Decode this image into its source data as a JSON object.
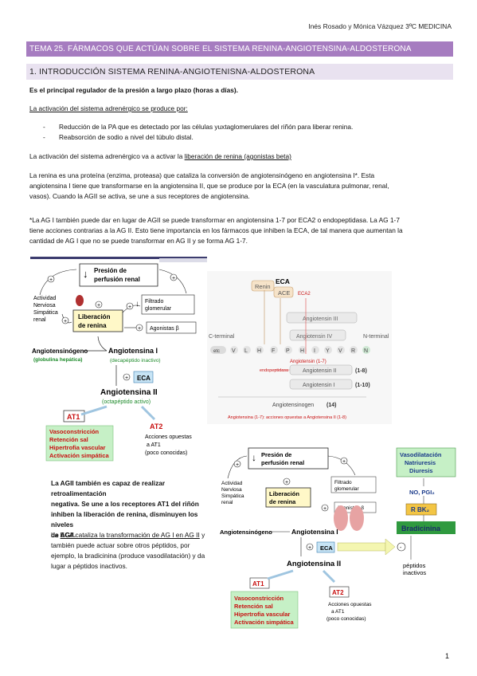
{
  "header": {
    "author": "Inés Rosado y Mónica Vázquez 3ºC MEDICINA"
  },
  "topic_title": "TEMA 25. FÁRMACOS QUE ACTÚAN SOBRE EL SISTEMA RENINA-ANGIOTENSINA-ALDOSTERONA",
  "section_title": "1. INTRODUCCIÓN SISTEMA RENINA-ANGIOTENISNA-ALDOSTERONA",
  "para1": "Es el principal regulador de la presión a largo plazo (horas a días).",
  "para2": "La activación del sistema adrenérgico se produce por:",
  "bullets": [
    "Reducción de la PA que es detectado por las células yuxtaglomerulares del riñón para liberar renina.",
    "Reabsorción de sodio a nivel del túbulo distal."
  ],
  "para3_pre": "La activación del sistema adrenérgico va a activar la ",
  "para3_link": "liberación de renina (agonistas beta)",
  "para4_l1": "La renina es una proteína (enzima, proteasa) que cataliza la conversión de angiotensinógeno en angiotensina I*. Esta",
  "para4_l2": "angiotensina I tiene que transformarse en la angiotensina II, que se produce por la ECA (en la vasculatura pulmonar, renal,",
  "para4_l3": "vasos). Cuando la AGII se activa, se une a sus receptores de angiotensina.",
  "para5_l1": "*La AG I también puede dar en lugar de AGII se puede transformar en angiotensina 1-7 por ECA2 o endopeptidasa. La AG 1-7",
  "para5_l2": "tiene acciones contrarias a la AG II. Esto tiene importancia en los fármacos que inhiben la ECA, de tal manera que aumentan la",
  "para5_l3": "cantidad de AG I que no se puede transformar en AG II y se forma AG 1-7.",
  "col_p1": [
    "La AGII también es capaz de realizar retroalimentación",
    "negativa. Se une a los receptores AT1 del riñón",
    "inhiben la liberación de renina, disminuyen los niveles",
    "de AGII."
  ],
  "col_p2_pre": "La ",
  "col_p2_link": "ECA cataliza la transformación de AG I en AG II",
  "col_p2_rest": [
    " y",
    "también puede actuar sobre otros péptidos, por",
    "ejemplo, la bradicinina (produce vasodilatación) y da",
    "lugar a péptidos inactivos."
  ],
  "diagram1": {
    "presion": "Presión de",
    "perfusion": "perfusión renal",
    "actividad": [
      "Actividad",
      "Nerviosa",
      "Simpática",
      "renal"
    ],
    "filtrado": [
      "Filtrado",
      "glomerular"
    ],
    "liberacion": [
      "Liberación",
      "de renina"
    ],
    "agonistas": "Agonistas β",
    "angiotensinogeno": "Angiotensinógeno",
    "globulina": "(globulina hepática)",
    "ang1": "Angiotensina I",
    "decapeptido": "(decapéptido inactivo)",
    "eca": "ECA",
    "ang2": "Angiotensina II",
    "octapeptido": "(octapéptido activo)",
    "at1": "AT1",
    "at2": "AT2",
    "efectos": [
      "Vasoconstricción",
      "Retención sal",
      "Hipertrofia vascular",
      "Activación simpática"
    ],
    "acciones": [
      "Acciones opuestas",
      "a AT1",
      "(poco conocidas)"
    ],
    "plus": "+",
    "minus": "-"
  },
  "diagram2": {
    "renin": "Renin",
    "eca": "ECA",
    "ace": "ACE",
    "eca2": "ECA2",
    "ang3": "Angiotensin III",
    "ang4": "Angiotensin IV",
    "cterm": "C-terminal",
    "nterm": "N-terminal",
    "residues": [
      "etc",
      "V",
      "L",
      "H",
      "F",
      "P",
      "H",
      "I",
      "Y",
      "V",
      "R",
      "N"
    ],
    "ang17": "Angiotensin (1-7)",
    "endopep": "endopeptidasa",
    "ang2": "Angiotensin II",
    "ang2r": "(1-8)",
    "ang1": "Angiotensin I",
    "ang1r": "(1-10)",
    "angen": "Angiotensinogen",
    "angenr": "(14)",
    "caption": "Angiotensina (1-7): acciones opuestas a Angiotensina II (1-8)"
  },
  "diagram3": {
    "vaso": [
      "Vasodilatación",
      "Natriuresis",
      "Diuresis"
    ],
    "no": "NO, PGI₂",
    "rbk": "R BK₂",
    "bradicinina": "Bradicinina",
    "peptidos": [
      "péptidos",
      "inactivos"
    ]
  },
  "page_number": "1"
}
